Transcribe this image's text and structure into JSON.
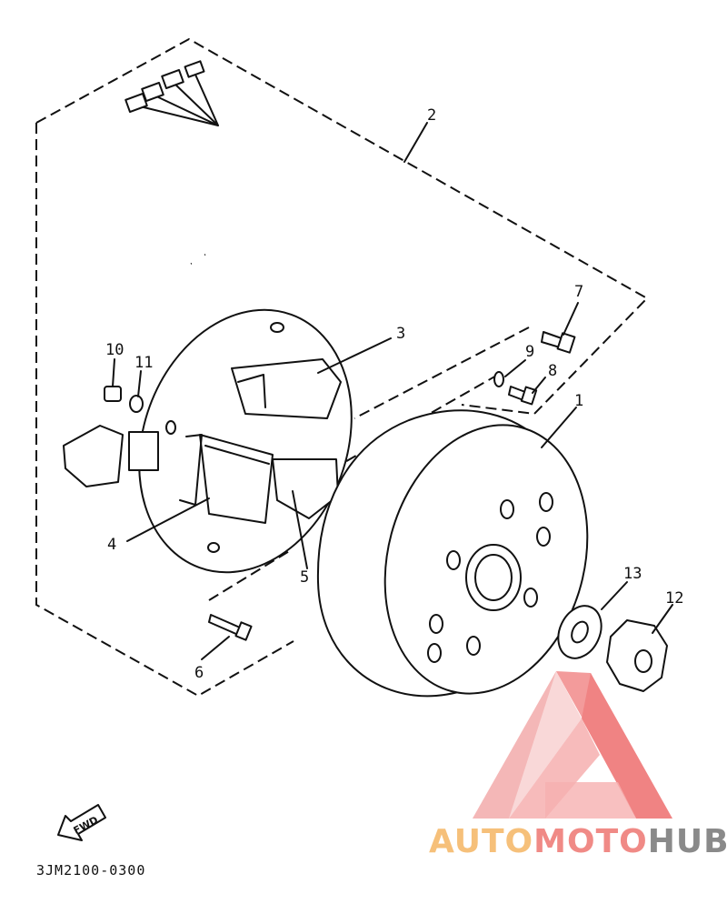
{
  "diagram": {
    "callouts": {
      "c1": "1",
      "c2": "2",
      "c3": "3",
      "c4": "4",
      "c5": "5",
      "c6": "6",
      "c7": "7",
      "c8": "8",
      "c9": "9",
      "c10": "10",
      "c11": "11",
      "c12": "12",
      "c13": "13"
    },
    "fwd_label": "FWD",
    "part_code": "3JM2100-0300"
  },
  "watermark": {
    "part_a": "AUTO",
    "part_b": "MOTO",
    "part_c": "HUB",
    "colors": {
      "auto": "#f6c07a",
      "moto": "#f08a86",
      "hub": "#8a8a8a",
      "logo": "#f06e6e"
    }
  }
}
